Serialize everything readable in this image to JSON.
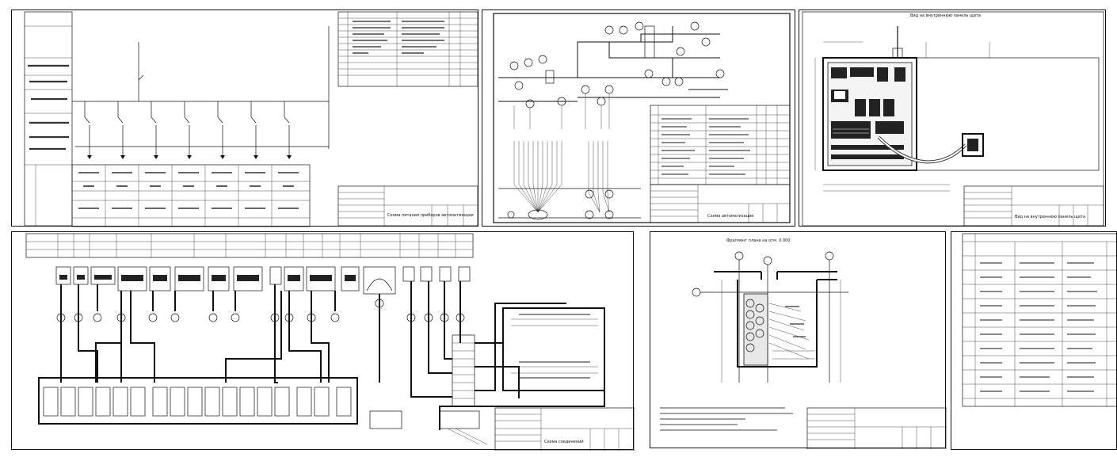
{
  "sheets": [
    {
      "id": "s1",
      "kind": "power-supply-schematic",
      "caption": "Схема питания приборов автоматизации",
      "stamp": ""
    },
    {
      "id": "s2",
      "kind": "process-flow",
      "caption": "Схема автоматизации",
      "stamp": ""
    },
    {
      "id": "s3",
      "kind": "cabinet-layout",
      "caption": "Вид на внутреннюю панель щита",
      "stamp": "",
      "header": "Вид на внутреннюю панель щита"
    },
    {
      "id": "s4",
      "kind": "connection-diagram",
      "caption": "Схема соединений",
      "stamp": ""
    },
    {
      "id": "s5",
      "kind": "floor-plan",
      "caption": "",
      "stamp": "",
      "header": "Фрагмент плана на отм. 0.000",
      "notes": [
        "",
        "",
        "",
        "",
        ""
      ]
    },
    {
      "id": "s6",
      "kind": "specification",
      "caption": "",
      "stamp": ""
    }
  ],
  "colors": {
    "line": "#111111",
    "paper": "#ffffff"
  }
}
